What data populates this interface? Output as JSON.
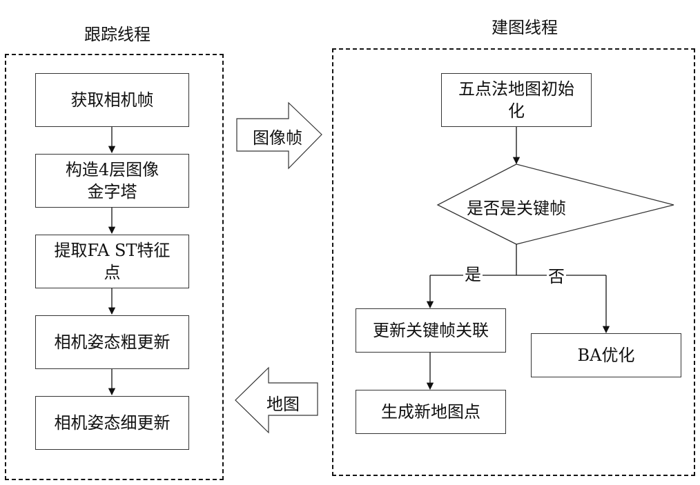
{
  "tracking_thread": {
    "title": "跟踪线程",
    "steps": [
      {
        "line1": "获取相机帧",
        "line2": ""
      },
      {
        "line1": "构造4层图像",
        "line2": "金字塔"
      },
      {
        "line1": "提取FA ST特征",
        "line2": "点"
      },
      {
        "line1": "相机姿态粗更新",
        "line2": ""
      },
      {
        "line1": "相机姿态细更新",
        "line2": ""
      }
    ]
  },
  "mapping_thread": {
    "title": "建图线程",
    "init": {
      "line1": "五点法地图初始",
      "line2": "化"
    },
    "decision": "是否是关键帧",
    "yes_label": "是",
    "no_label": "否",
    "yes_steps": [
      "更新关键帧关联",
      "生成新地图点"
    ],
    "no_step": "BA优化"
  },
  "arrows": {
    "to_mapping": "图像帧",
    "to_tracking": "地图"
  }
}
